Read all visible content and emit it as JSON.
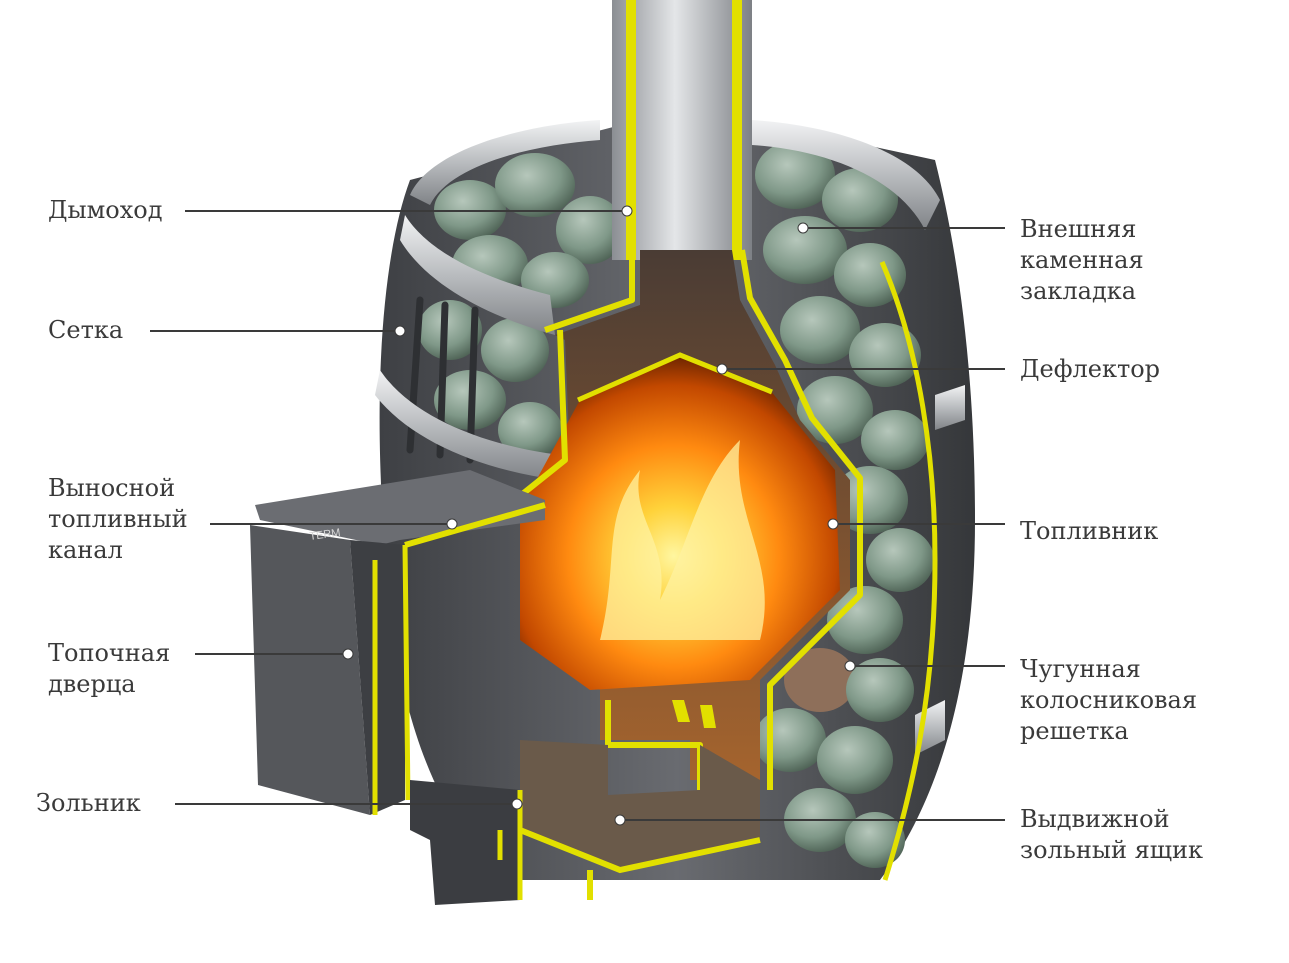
{
  "diagram": {
    "labels_left": {
      "dymokhod": [
        "Дымоход"
      ],
      "setka": [
        "Сетка"
      ],
      "vynosnoy": [
        "Выносной",
        "топливный",
        "канал"
      ],
      "topochnaya": [
        "Топочная",
        "дверца"
      ],
      "zolnik": [
        "Зольник"
      ]
    },
    "labels_right": {
      "kamennaya": [
        "Внешняя",
        "каменная",
        "закладка"
      ],
      "deflektor": [
        "Дефлектор"
      ],
      "toplivnik": [
        "Топливник"
      ],
      "reshetka": [
        "Чугунная",
        "колосниковая",
        "решетка"
      ],
      "yashchik": [
        "Выдвижной",
        "зольный ящик"
      ]
    },
    "brand_mark": "TERM",
    "colors": {
      "outline": "#e2e000",
      "fire": "#ff9a10",
      "stone": "#7f9888",
      "metal": "#5b5d61",
      "chimney": "#bfc2c6",
      "leader": "#3a3a3a"
    }
  }
}
